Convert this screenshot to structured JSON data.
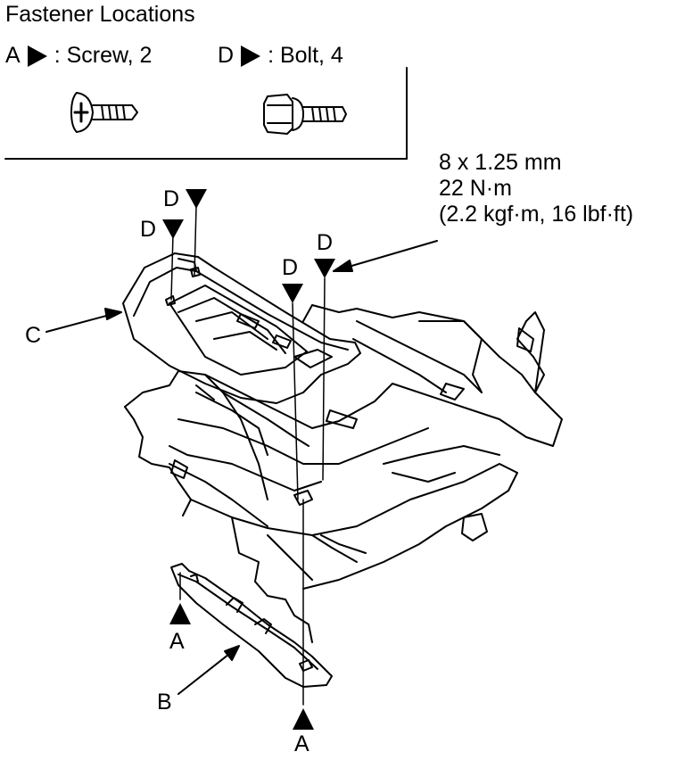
{
  "legend": {
    "title": "Fastener Locations",
    "a_letter": "A",
    "a_text": ": Screw, 2",
    "d_letter": "D",
    "d_text": ": Bolt, 4"
  },
  "torque_spec": {
    "line1": "8 x 1.25 mm",
    "line2": "22 N·m",
    "line3": "(2.2 kgf·m, 16 lbf·ft)"
  },
  "callouts": {
    "d": "D",
    "a": "A",
    "b": "B",
    "c": "C"
  },
  "icons": [
    "screw-icon",
    "bolt-icon",
    "arrow-marker-icon"
  ]
}
